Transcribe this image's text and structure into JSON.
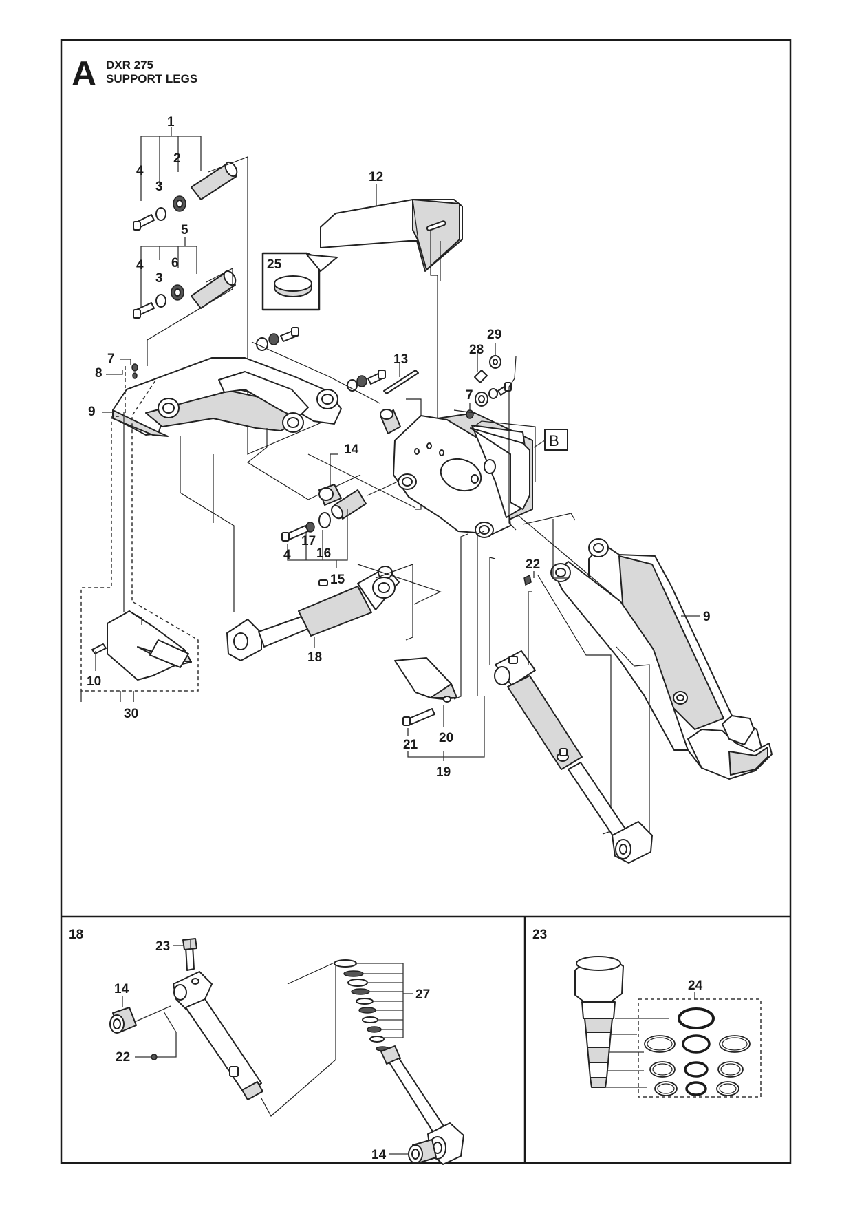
{
  "page": {
    "section_letter": "A",
    "model": "DXR 275",
    "title": "SUPPORT LEGS"
  },
  "main_callouts": {
    "c1": "1",
    "c2": "2",
    "c3a": "3",
    "c4a": "4",
    "c5": "5",
    "c6": "6",
    "c3b": "3",
    "c4b": "4",
    "c7a": "7",
    "c8": "8",
    "c9a": "9",
    "c10": "10",
    "c12": "12",
    "c13": "13",
    "c14": "14",
    "c15": "15",
    "c16": "16",
    "c17": "17",
    "c4c": "4",
    "c18": "18",
    "c19": "19",
    "c20": "20",
    "c21": "21",
    "c22": "22",
    "c25": "25",
    "c28": "28",
    "c29": "29",
    "c7b": "7",
    "c9b": "9",
    "c30": "30",
    "ref_b": "B"
  },
  "detail_18": {
    "panel_label": "18",
    "c23": "23",
    "c14a": "14",
    "c22": "22",
    "c27": "27",
    "c14b": "14"
  },
  "detail_23": {
    "panel_label": "23",
    "c24": "24"
  }
}
